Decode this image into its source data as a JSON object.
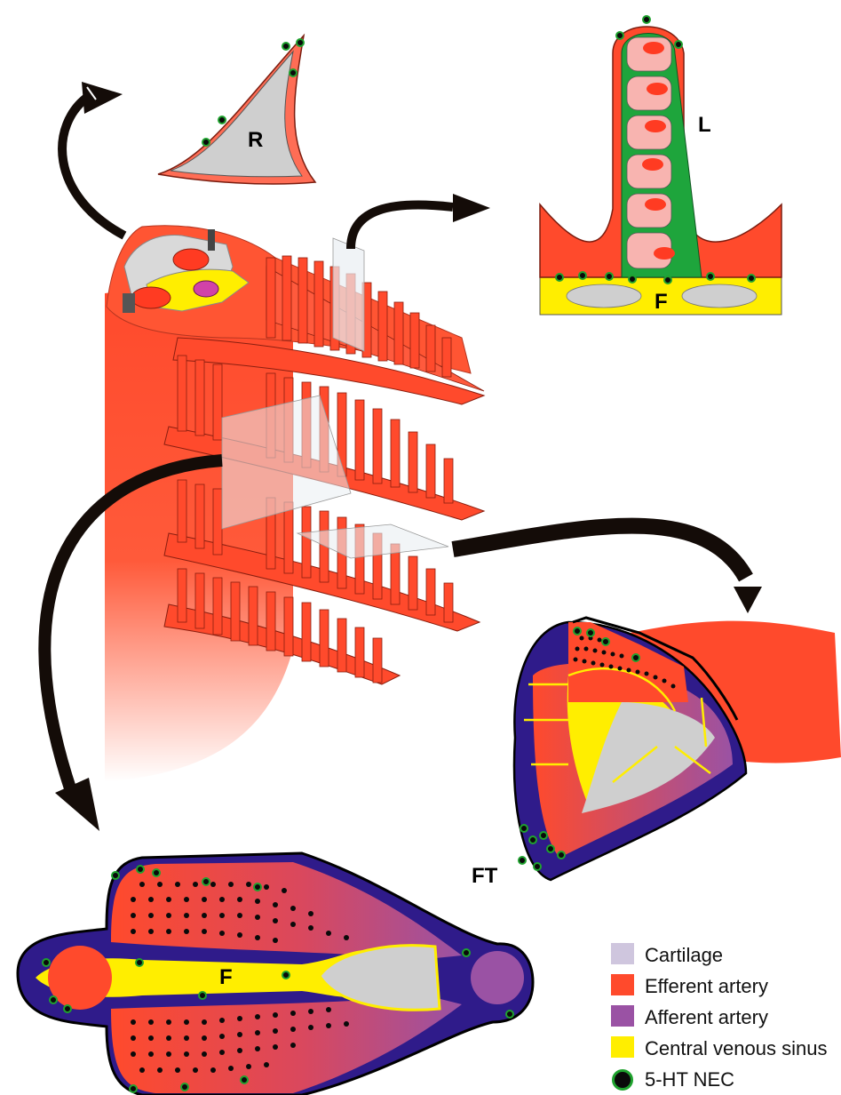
{
  "labels": {
    "R": "R",
    "L": "L",
    "F_top": "F",
    "F_bottom": "F",
    "FT": "FT"
  },
  "colors": {
    "cartilage": "#cfc6de",
    "efferent": "#ff4a2c",
    "afferent": "#9a52a4",
    "venous": "#ffee00",
    "nec_fill": "#0a0a0a",
    "nec_ring": "#1fa22e",
    "arrow": "#140c08",
    "lamella_green": "#1ea53c",
    "lamella_pink": "#f8b4b0",
    "filament_blue": "#2f1b8a",
    "gray": "#cfcfcf"
  },
  "legend": {
    "items": [
      {
        "label": "Cartilage",
        "color": "#cfc6de",
        "kind": "square"
      },
      {
        "label": "Efferent artery",
        "color": "#ff4a2c",
        "kind": "square"
      },
      {
        "label": "Afferent artery",
        "color": "#9a52a4",
        "kind": "square"
      },
      {
        "label": "Central venous sinus",
        "color": "#ffee00",
        "kind": "square"
      },
      {
        "label": "5-HT  NEC",
        "color": "#0a0a0a",
        "kind": "dot"
      }
    ]
  }
}
